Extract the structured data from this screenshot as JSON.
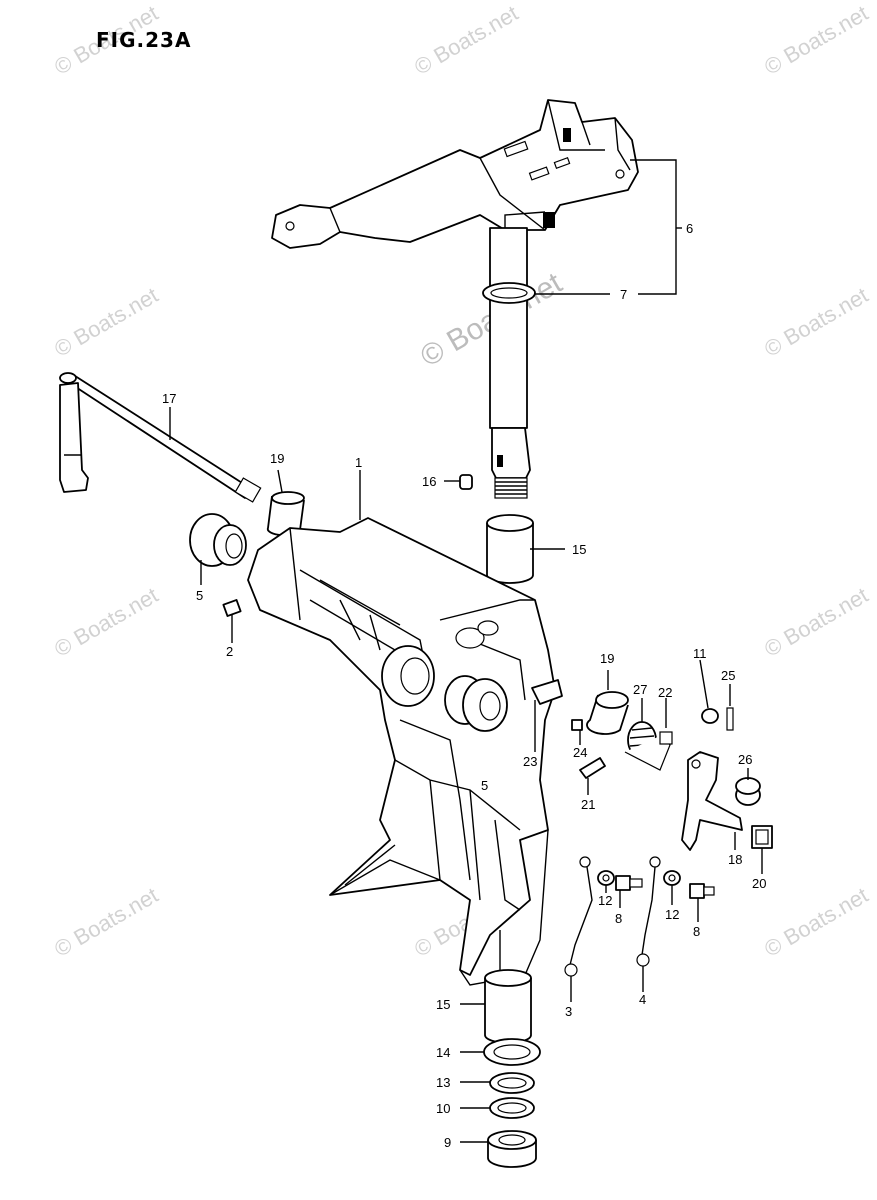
{
  "figure": {
    "title": "FIG.23A"
  },
  "watermark": {
    "text": "© Boats.net"
  },
  "callouts": {
    "n1": "1",
    "n2": "2",
    "n3": "3",
    "n4": "4",
    "n5": "5",
    "n5b": "5",
    "n6": "6",
    "n7": "7",
    "n8a": "8",
    "n8b": "8",
    "n9": "9",
    "n10": "10",
    "n11": "11",
    "n12a": "12",
    "n12b": "12",
    "n13": "13",
    "n14": "14",
    "n15a": "15",
    "n15b": "15",
    "n16": "16",
    "n17": "17",
    "n18": "18",
    "n19a": "19",
    "n19b": "19",
    "n20": "20",
    "n21": "21",
    "n22": "22",
    "n23": "23",
    "n24": "24",
    "n25": "25",
    "n26": "26",
    "n27": "27"
  }
}
